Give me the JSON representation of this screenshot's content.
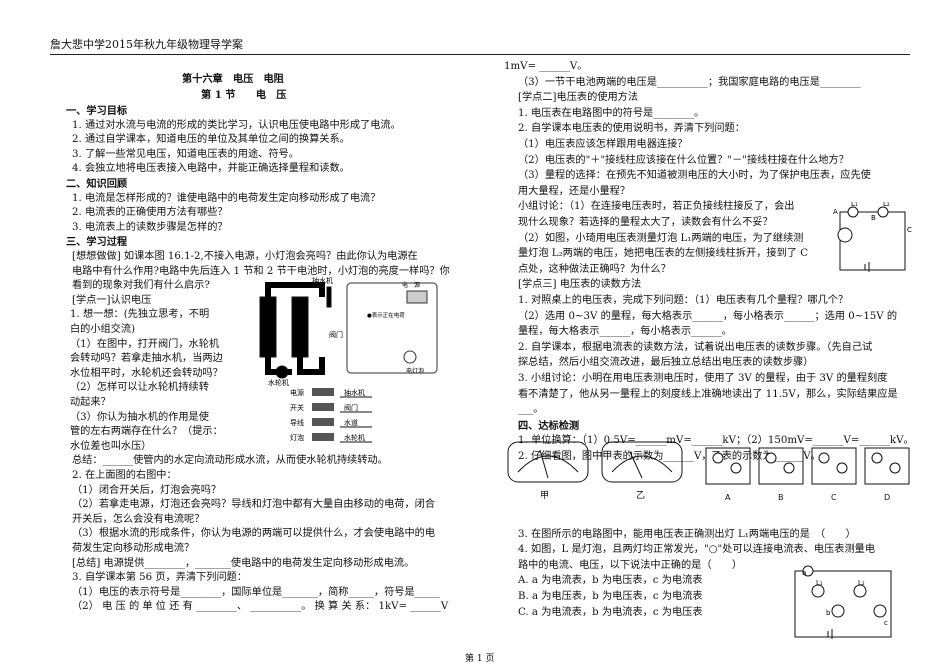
{
  "header": {
    "title": "詹大悲中学2015年秋九年级物理导学案"
  },
  "left": {
    "chapter": "第十六章　电压　电阻",
    "section": "第 1 节　　电　压",
    "lines": [
      "一、学习目标",
      "1. 通过对水流与电流的形成的类比学习，认识电压使电路中形成了电流。",
      "2. 通过自学课本，知道电压的单位及其单位之间的换算关系。",
      "3. 了解一些常见电压，知道电压表的用途、符号。",
      "4. 会独立地将电压表接入电路中，并能正确选择量程和读数。",
      "二、知识回顾",
      "1. 电流是怎样形成的？谁使电路中的电荷发生定向移动形成了电流？",
      "2. 电流表的正确使用方法有哪些？",
      "3. 电流表上的读数步骤是怎样的？",
      "三、学习过程",
      "[想想做做] 如课本图 16.1-2,不接入电源，小灯泡会亮吗？由此你认为电源在",
      "电路中有什么作用?电路中先后连入 1 节和 2 节干电池时，小灯泡的亮度一样吗？你",
      "看到的现象对我们有什么启示?",
      "[学点一]认识电压",
      "1. 想一想：(先独立思考，不明",
      "白的小组交流)",
      "（1）在图中，打开阀门，水轮机",
      "会转动吗？若拿走抽水机，当两边",
      "水位相平时，水轮机还会转动吗？",
      "（2）怎样可以让水轮机持续转",
      "动起来？",
      "（3）你认为抽水机的作用是使",
      "管的左右两端存在什么？（提示：",
      "水位差也叫水压）",
      "总结：______使管内的水定向流动形成水流，从而使水轮机持续转动。",
      "2. 在上面图的右图中：",
      "（1）闭合开关后，灯泡会亮吗？",
      "（2）若拿走电源，灯泡还会亮吗？导线和灯泡中都有大量自由移动的电荷，闭合",
      "开关后，怎么会没有电流呢？",
      "（3）根据水流的形成条件，你认为电源的两端可以提供什么，才会使电路中的电",
      "荷发生定向移动形成电流？",
      "[总结] 电源提供________，_______使电路中的电荷发生定向移动形成电流。",
      "3. 自学课本第 56 页，弄清下列问题：",
      "（1）电压的表示符号是________，国际单位是_______，简称_____，符号是_____",
      "（2） 电 压 的 单 位 还 有 ________、 __________。 换 算 关 系： 1kV=  ______V"
    ],
    "fig_labels": {
      "pump": "抽水机",
      "power": "电　源",
      "valve": "阀门",
      "turbine": "水轮机",
      "free_charge": "●表示正在电荷",
      "bulb": "电灯泡",
      "rows": [
        {
          "left": "电源",
          "right": "抽水机"
        },
        {
          "left": "开关",
          "right": "阀门"
        },
        {
          "left": "导线",
          "right": "水道"
        },
        {
          "left": "灯泡",
          "right": "水轮机"
        }
      ]
    }
  },
  "right": {
    "lines": [
      "1mV= ______V。",
      "（3）一节干电池两端的电压是__________；我国家庭电路的电压是________",
      "[学点二]电压表的使用方法",
      "1. 电压表在电路图中的符号是________。",
      "2. 自学课本电压表的使用说明书，弄清下列问题：",
      "（1）电压表应该怎样跟用电器连接？",
      "（2）电压表的\"＋\"接线柱应该接在什么位置？\"－\"接线柱接在什么地方？",
      "（3）量程的选择：在预先不知道被测电压的大小时，为了保护电压表，应先使",
      "用大量程，还是小量程？",
      "小组讨论：（1）在连接电压表时，若正负接线柱接反了，会出",
      "现什么现象？若选择的量程太大了，读数会有什么不妥？",
      "（2）如图，小琦用电压表测量灯泡 L₁两端的电压，为了继续测",
      "量灯泡 L₂两端的电压，她把电压表的左侧接线柱拆开，接到了 C",
      "点处，这种做法正确吗？为什么？",
      "[学点三] 电压表的读数方法",
      "1. 对照桌上的电压表，完成下列问题：（1）电压表有几个量程？哪几个？",
      "（2）选用 0~3V 的量程，每大格表示______，每小格表示______；选用 0~15V 的",
      "量程，每大格表示______，每小格表示______。",
      "2. 自学课本，根据电流表的读数方法，试着说出电压表的读数步骤。（先自己试",
      "探总结，然后小组交流改进，最后独立总结出电压表的读数步骤）",
      "3. 小组讨论：小明在用电压表测电压时，使用了 3V 的量程，由于 3V 的量程刻度",
      "看不清楚了，他从另一量程上的刻度线上准确地读出了 11.5V，那么，实际结果应是",
      "___。",
      "四、达标检测",
      "1. 单位换算：（1）0.5V=______mV=______kV；（2）150mV=______V=______kV。",
      "2. 仔细看图，图中甲表的示数为______V，乙表的示数为______V。",
      "3. 在图所示的电路图中，能用电压表正确测出灯 L₁两端电压的是　（　　）",
      "4. 如图，L 是灯泡，且两灯均正常发光，\"○\"处可以连接电流表、电压表测量电",
      "路中的电流、电压，以下说法中正确的是（　　）",
      "A. a 为电流表，b 为电压表，c 为电流表",
      "B. a 为电压表，b 为电压表，c 为电流表",
      "C. a 为电流表，b 为电流表，c 为电压表"
    ],
    "meter_labels": {
      "jia": "甲",
      "yi": "乙"
    },
    "circuit_labels": [
      "A",
      "B",
      "C",
      "D"
    ],
    "fig_ab": {
      "A": "A",
      "B": "B",
      "C": "C",
      "L1": "L₁",
      "L2": "L₂"
    },
    "fig4": {
      "L1": "L₁",
      "L2": "L₂",
      "a": "a",
      "b": "b",
      "c": "c"
    }
  },
  "footer": {
    "page": "第 1 页"
  }
}
